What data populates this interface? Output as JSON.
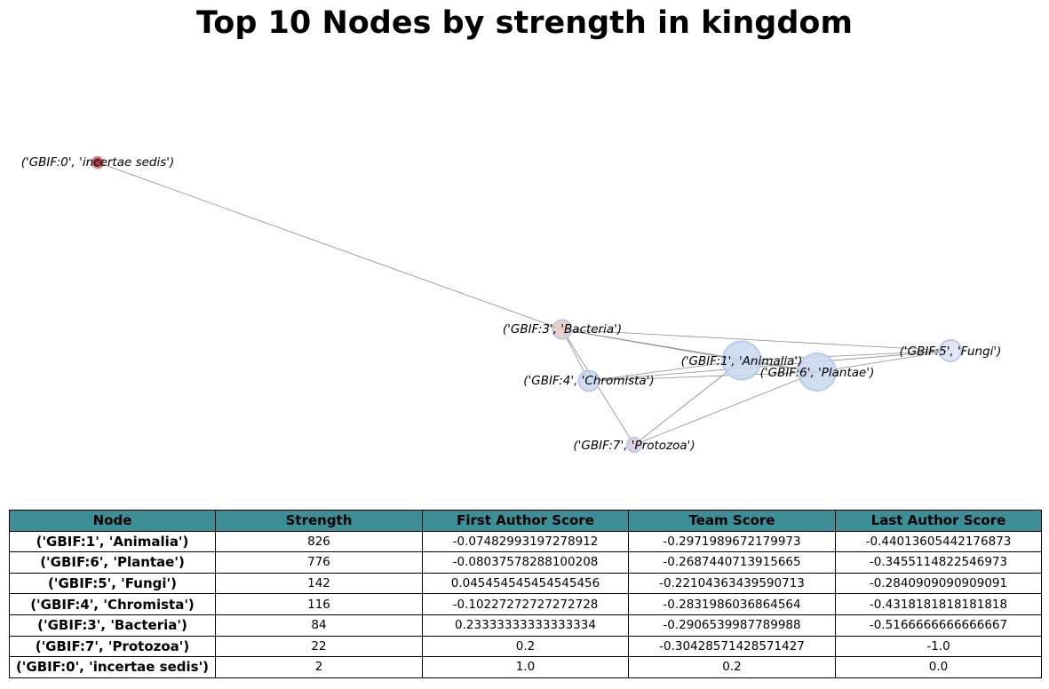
{
  "title": "Top 10 Nodes by strength in kingdom",
  "graph": {
    "edge_color": "#8c8c8c",
    "nodes": [
      {
        "id": "n0",
        "label": "('GBIF:0', 'incertae sedis')",
        "color": "#a01c2c",
        "strength": 2
      },
      {
        "id": "n1",
        "label": "('GBIF:1', 'Animalia')",
        "color": "#c9d7ef",
        "strength": 826
      },
      {
        "id": "n3",
        "label": "('GBIF:3', 'Bacteria')",
        "color": "#e8c9bd",
        "strength": 84
      },
      {
        "id": "n4",
        "label": "('GBIF:4', 'Chromista')",
        "color": "#c9d7ef",
        "strength": 116
      },
      {
        "id": "n5",
        "label": "('GBIF:5', 'Fungi')",
        "color": "#dde3f0",
        "strength": 142
      },
      {
        "id": "n6",
        "label": "('GBIF:6', 'Plantae')",
        "color": "#c9d7ef",
        "strength": 776
      },
      {
        "id": "n7",
        "label": "('GBIF:7', 'Protozoa')",
        "color": "#dcc9d6",
        "strength": 22
      }
    ],
    "edges": [
      [
        "n0",
        "n3"
      ],
      [
        "n3",
        "n1"
      ],
      [
        "n3",
        "n5"
      ],
      [
        "n3",
        "n4"
      ],
      [
        "n3",
        "n7"
      ],
      [
        "n3",
        "n6"
      ],
      [
        "n4",
        "n1"
      ],
      [
        "n4",
        "n5"
      ],
      [
        "n4",
        "n6"
      ],
      [
        "n1",
        "n5"
      ],
      [
        "n1",
        "n6"
      ],
      [
        "n1",
        "n7"
      ],
      [
        "n6",
        "n7"
      ],
      [
        "n6",
        "n5"
      ]
    ]
  },
  "table": {
    "header_color": "#3e8e97",
    "columns": [
      "Node",
      "Strength",
      "First Author Score",
      "Team Score",
      "Last Author Score"
    ],
    "rows": [
      [
        "('GBIF:1', 'Animalia')",
        "826",
        "-0.07482993197278912",
        "-0.2971989672179973",
        "-0.44013605442176873"
      ],
      [
        "('GBIF:6', 'Plantae')",
        "776",
        "-0.08037578288100208",
        "-0.2687440713915665",
        "-0.3455114822546973"
      ],
      [
        "('GBIF:5', 'Fungi')",
        "142",
        "0.045454545454545456",
        "-0.22104363439590713",
        "-0.2840909090909091"
      ],
      [
        "('GBIF:4', 'Chromista')",
        "116",
        "-0.10227272727272728",
        "-0.2831986036864564",
        "-0.4318181818181818"
      ],
      [
        "('GBIF:3', 'Bacteria')",
        "84",
        "0.23333333333333334",
        "-0.2906539987789988",
        "-0.5166666666666667"
      ],
      [
        "('GBIF:7', 'Protozoa')",
        "22",
        "0.2",
        "-0.30428571428571427",
        "-1.0"
      ],
      [
        "('GBIF:0', 'incertae sedis')",
        "2",
        "1.0",
        "0.2",
        "0.0"
      ]
    ]
  }
}
